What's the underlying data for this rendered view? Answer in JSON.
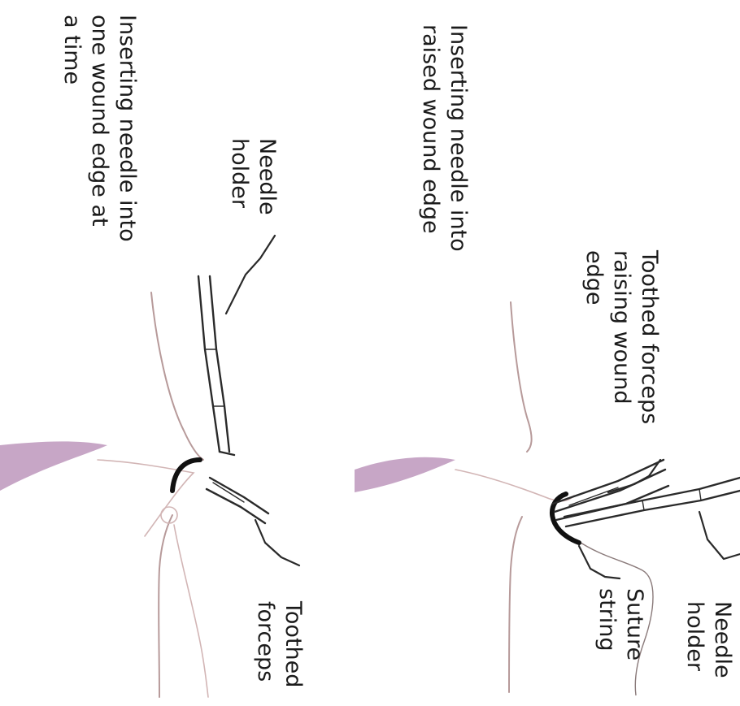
{
  "panels": [
    {
      "caption": [
        "Inserting needle into",
        "one wound edge at",
        "a time"
      ],
      "labels": {
        "needle_holder": [
          "Needle",
          "holder"
        ],
        "toothed_forceps": [
          "Toothed",
          "forceps"
        ]
      }
    },
    {
      "caption": [
        "Inserting needle into",
        "raised wound edge"
      ],
      "labels": {
        "toothed_forceps": [
          "Toothed forceps",
          "raising wound",
          "edge"
        ],
        "needle_holder": [
          "Needle",
          "holder"
        ],
        "suture": [
          "Suture",
          "string"
        ]
      }
    }
  ],
  "colors": {
    "wound": "#c7a6c6",
    "skin_line": "#b79a9a",
    "ink": "#1b1b1b"
  }
}
